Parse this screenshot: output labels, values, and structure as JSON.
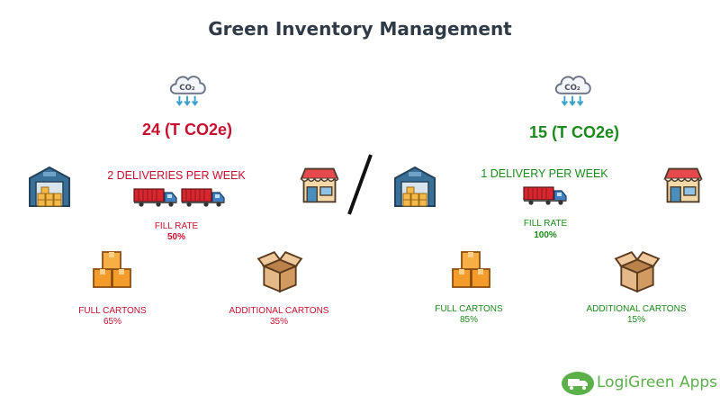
{
  "title": "Green Inventory Management",
  "logo": {
    "text": "LogiGreen Apps"
  },
  "scenarios": [
    {
      "emission": "24 (T CO2e)",
      "delivery": "2 DELIVERIES PER WEEK",
      "fill_rate_label": "FILL RATE",
      "fill_rate_value": "50%",
      "full_cartons_label": "FULL CARTONS",
      "full_cartons_value": "65%",
      "additional_cartons_label": "ADDITIONAL CARTONS",
      "additional_cartons_value": "35%"
    },
    {
      "emission": "15 (T CO2e)",
      "delivery": "1 DELIVERY PER WEEK",
      "fill_rate_label": "FILL RATE",
      "fill_rate_value": "100%",
      "full_cartons_label": "FULL CARTONS",
      "full_cartons_value": "85%",
      "additional_cartons_label": "ADDITIONAL CARTONS",
      "additional_cartons_value": "15%"
    }
  ],
  "icons": {
    "co2": "co2-cloud-icon",
    "warehouse": "warehouse-icon",
    "store": "store-icon",
    "truck": "truck-icon",
    "boxes": "boxes-icon",
    "open_box": "open-box-icon"
  },
  "colors": {
    "high": "#c8102e",
    "low": "#1a8a1a",
    "brand": "#5bb04a"
  }
}
